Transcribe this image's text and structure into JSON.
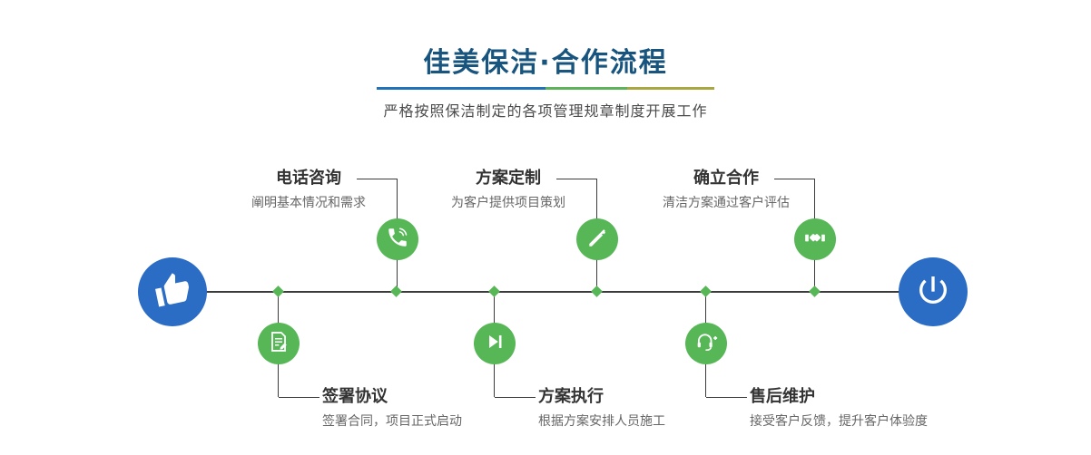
{
  "header": {
    "title": "佳美保洁·合作流程",
    "subtitle": "严格按照保洁制定的各项管理规章制度开展工作"
  },
  "steps": [
    {
      "id": "phone",
      "title": "电话咨询",
      "desc": "阐明基本情况和需求",
      "icon": "phone-icon",
      "row": "top"
    },
    {
      "id": "plan",
      "title": "方案定制",
      "desc": "为客户提供项目策划",
      "icon": "pencil-ruler-icon",
      "row": "top"
    },
    {
      "id": "cooperate",
      "title": "确立合作",
      "desc": "清洁方案通过客户评估",
      "icon": "handshake-icon",
      "row": "top"
    },
    {
      "id": "sign",
      "title": "签署协议",
      "desc": "签署合同，项目正式启动",
      "icon": "contract-icon",
      "row": "bottom"
    },
    {
      "id": "execute",
      "title": "方案执行",
      "desc": "根据方案安排人员施工",
      "icon": "play-icon",
      "row": "bottom"
    },
    {
      "id": "aftersale",
      "title": "售后维护",
      "desc": "接受客户反馈，提升客户体验度",
      "icon": "headset-icon",
      "row": "bottom"
    }
  ],
  "endpoints": {
    "start_icon": "pointing-hand-icon",
    "end_icon": "power-icon"
  },
  "colors": {
    "title_blue": "#17547e",
    "endpoint_blue": "#2b6cc4",
    "step_green": "#57b757",
    "divider_blue": "#2272b9",
    "divider_green": "#5eb35a",
    "divider_olive": "#a8a742",
    "line_dark": "#3b3b3b"
  }
}
